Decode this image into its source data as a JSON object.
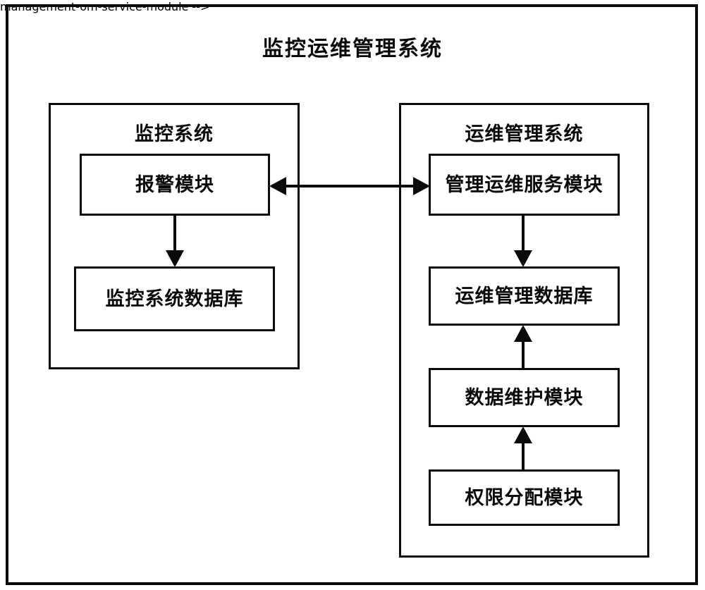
{
  "diagram": {
    "title": "监控运维管理系统",
    "panels": [
      {
        "id": "monitoring-system",
        "title": "监控系统",
        "nodes": [
          {
            "id": "alarm-module",
            "label": "报警模块"
          },
          {
            "id": "monitoring-system-database",
            "label": "监控系统数据库"
          }
        ]
      },
      {
        "id": "om-management-system",
        "title": "运维管理系统",
        "nodes": [
          {
            "id": "management-om-service-module",
            "label": "管理运维服务模块"
          },
          {
            "id": "om-management-database",
            "label": "运维管理数据库"
          },
          {
            "id": "data-maintenance-module",
            "label": "数据维护模块"
          },
          {
            "id": "permission-allocation-module",
            "label": "权限分配模块"
          }
        ]
      }
    ],
    "connectors": [
      {
        "id": "alarm-to-service-bidirectional",
        "from": "alarm-module",
        "to": "management-om-service-module",
        "style": "double-arrow"
      },
      {
        "id": "alarm-to-monitoring-db",
        "from": "alarm-module",
        "to": "monitoring-system-database",
        "style": "arrow-down"
      },
      {
        "id": "service-to-om-db",
        "from": "management-om-service-module",
        "to": "om-management-database",
        "style": "arrow-down"
      },
      {
        "id": "data-maintenance-to-om-db",
        "from": "data-maintenance-module",
        "to": "om-management-database",
        "style": "arrow-up"
      },
      {
        "id": "permission-to-data-maintenance",
        "from": "permission-allocation-module",
        "to": "data-maintenance-module",
        "style": "arrow-up"
      }
    ],
    "colors": {
      "stroke": "#0a0a0a",
      "background": "#ffffff"
    }
  }
}
